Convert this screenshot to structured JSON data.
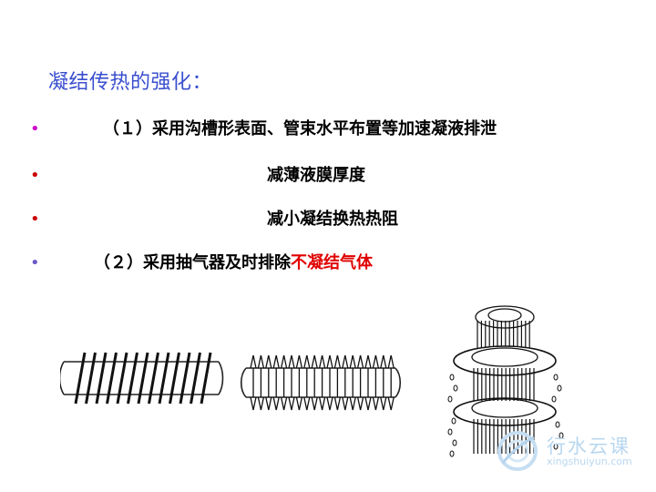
{
  "title": "凝结传热的强化：",
  "bullets": [
    {
      "text": "（１）采用沟槽形表面、管束水平布置等加速凝液排泄",
      "color": "#cc00cc"
    },
    {
      "text": "减薄液膜厚度",
      "color": "#cc0000"
    },
    {
      "text": "减小凝结换热热阻",
      "color": "#cc0000"
    },
    {
      "text_main": "（２）采用抽气器及时排除",
      "text_highlight": "不凝结气体",
      "color": "#6a5acd"
    }
  ],
  "figures": {
    "tube_wire_wound": "wire-wound tube",
    "tube_finned": "finned tube",
    "tube_stacked_discs": "fluted tube with drainage discs"
  },
  "watermark": {
    "brand": "行水云课",
    "url": "xingshuiyun.com"
  },
  "colors": {
    "title": "#3a4fcf",
    "highlight": "#e00000"
  }
}
